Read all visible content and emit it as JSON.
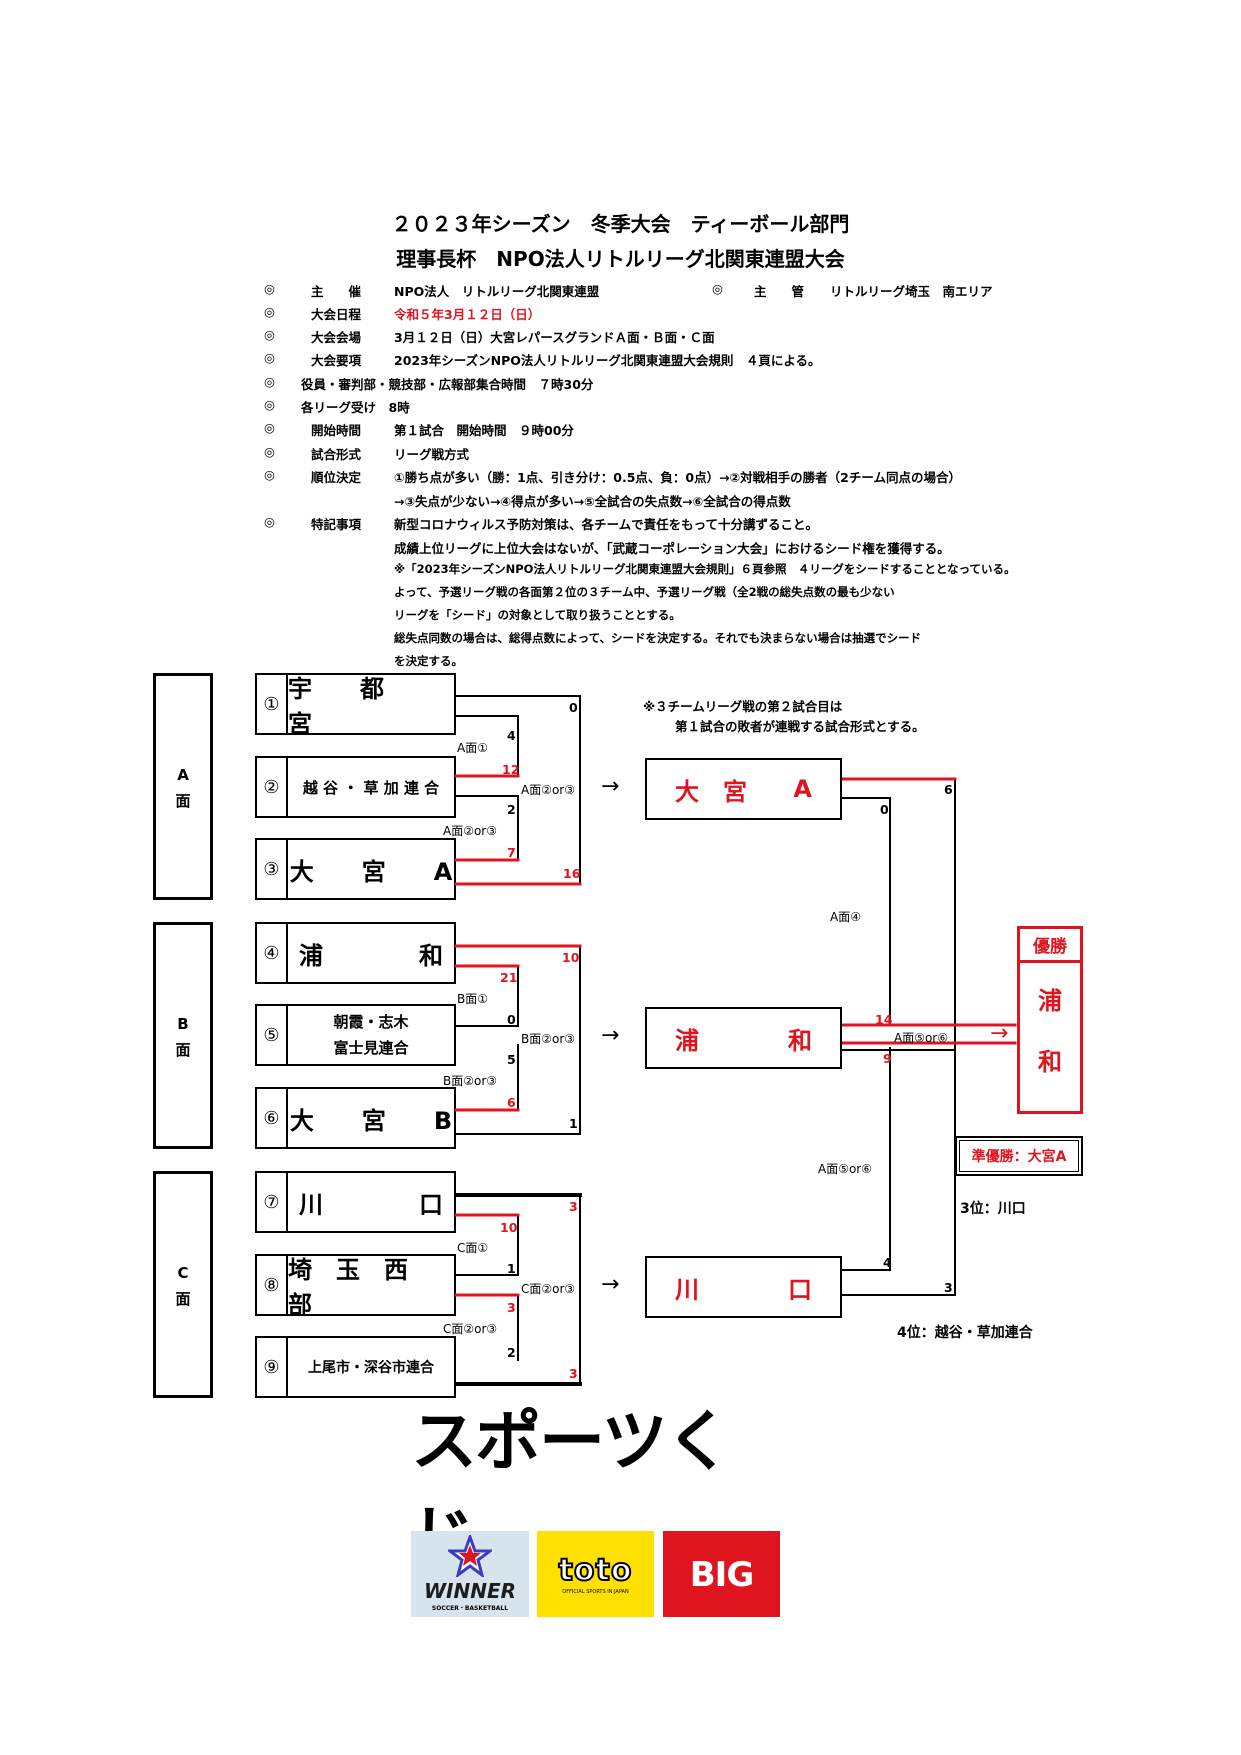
{
  "title": {
    "line1": "２０２３年シーズン　冬季大会　ティーボール部門",
    "line2": "理事長杯　NPO法人リトルリーグ北関東連盟大会"
  },
  "info": {
    "mark": "◎",
    "rows": [
      {
        "label": "主　　催",
        "value": "NPO法人　リトルリーグ北関東連盟"
      },
      {
        "label": "大会日程",
        "value": "令和５年3月１２日（日）"
      },
      {
        "label": "大会会場",
        "value": "3月１２日（日）大宮レパースグランドＡ面・Ｂ面・Ｃ面"
      },
      {
        "label": "大会要項",
        "value": "2023年シーズンNPO法人リトルリーグ北関東連盟大会規則　４頁による。"
      },
      {
        "label": "役員・審判部・競技部・広報部集合時間　７時30分",
        "value": ""
      },
      {
        "label": "各リーグ受け　8時",
        "value": ""
      },
      {
        "label": "開始時間",
        "value": "第１試合　開始時間　９時00分"
      },
      {
        "label": "試合形式",
        "value": "リーグ戦方式"
      },
      {
        "label": "順位決定",
        "value": "①勝ち点が多い（勝：1点、引き分け：0.5点、負：0点）→②対戦相手の勝者（2チーム同点の場合）"
      }
    ],
    "host_label": "主　　管",
    "host_value": "リトルリーグ埼玉　南エリア",
    "rank_cont": "→③失点が少ない→④得点が多い→⑤全試合の失点数→⑥全試合の得点数",
    "notes_label": "特記事項",
    "notes": [
      "新型コロナウィルス予防対策は、各チームで責任をもって十分講ずること。",
      "成績上位リーグに上位大会はないが、「武蔵コーポレーション大会」におけるシード権を獲得する。",
      "※「2023年シーズンNPO法人リトルリーグ北関東連盟大会規則」６頁参照　４リーグをシードすることとなっている。",
      "よって、予選リーグ戦の各面第２位の３チーム中、予選リーグ戦（全2戦の総失点数の最も少ない",
      "リーグを「シード」の対象として取り扱うこととする。",
      "総失点同数の場合は、総得点数によって、シードを決定する。それでも決まらない場合は抽選でシード",
      "を決定する。"
    ]
  },
  "note_right": {
    "line1": "※３チームリーグ戦の第２試合目は",
    "line2": "第１試合の敗者が連戦する試合形式とする。"
  },
  "zones": [
    {
      "l1": "A",
      "l2": "面"
    },
    {
      "l1": "B",
      "l2": "面"
    },
    {
      "l1": "C",
      "l2": "面"
    }
  ],
  "teams": [
    {
      "num": "①",
      "name": "宇　　都　　宮"
    },
    {
      "num": "②",
      "name": "越 谷 ・ 草 加 連 合"
    },
    {
      "num": "③",
      "name": "大　　宮　　A"
    },
    {
      "num": "④",
      "name": "浦　　　　和"
    },
    {
      "num": "⑤",
      "name1": "朝霞・志木",
      "name2": "富士見連合"
    },
    {
      "num": "⑥",
      "name": "大　　宮　　B"
    },
    {
      "num": "⑦",
      "name": "川　　　　口"
    },
    {
      "num": "⑧",
      "name": "埼　玉　西　部"
    },
    {
      "num": "⑨",
      "name": "上尾市・深谷市連合"
    }
  ],
  "group_scores": {
    "A": {
      "s1a": "4",
      "s1b": "12",
      "g1": "A面①",
      "s2a": "2",
      "s2b": "7",
      "g2": "A面②or③",
      "s3a": "0",
      "s3b": "16",
      "g3": "A面②or③"
    },
    "B": {
      "s1a": "21",
      "s1b": "0",
      "g1": "B面①",
      "s2a": "5",
      "s2b": "6",
      "g2": "B面②or③",
      "s3a": "10",
      "s3b": "1",
      "g3": "B面②or③"
    },
    "C": {
      "s1a": "10",
      "s1b": "1",
      "g1": "C面①",
      "s2a": "3",
      "s2b": "2",
      "g2": "C面②or③",
      "s3a": "3",
      "s3b": "3",
      "g3": "C面②or③"
    }
  },
  "arrow": "→",
  "league_winners": [
    {
      "a": "大　宮",
      "b": "A"
    },
    {
      "a": "浦",
      "b": "和"
    },
    {
      "a": "川",
      "b": "口"
    }
  ],
  "final_scores": {
    "semi_top": "6",
    "semi_top_other": "0",
    "semi_label": "A面④",
    "final_a": "14",
    "final_b": "9",
    "final_label": "A面⑤or⑥",
    "semi2_label": "A面⑤or⑥",
    "semi2_a": "4",
    "semi2_b": "3"
  },
  "champion": {
    "label": "優勝",
    "c1": "浦",
    "c2": "和"
  },
  "runner_up": "準優勝：大宮A",
  "third": "3位：川口",
  "fourth": "4位：越谷・草加連合",
  "sponsor": {
    "logo_text": "スポーツくじ",
    "cards": [
      {
        "name": "WINNER",
        "sub": "SOCCER・BASKETBALL"
      },
      {
        "name": "toto",
        "sub": "OFFICIAL SPORTS IN JAPAN"
      },
      {
        "name": "BIG",
        "sub": ""
      }
    ]
  },
  "colors": {
    "accent": "#e0141e",
    "line": "#000000",
    "winner_bg": "#d7e4ee",
    "toto_bg": "#ffe000",
    "big_bg": "#e0141e"
  }
}
